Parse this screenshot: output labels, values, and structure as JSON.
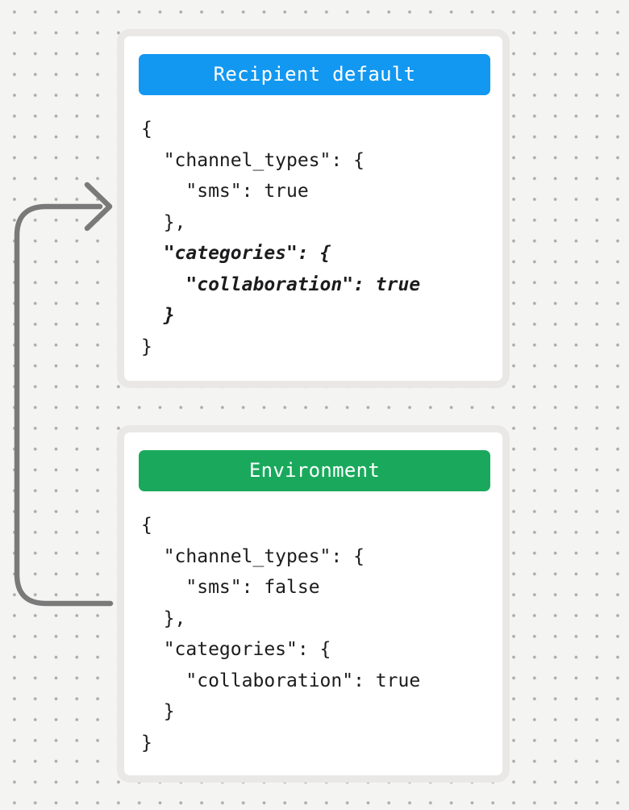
{
  "canvas": {
    "background_color": "#f4f4f3",
    "dot_color": "#aeacaa"
  },
  "arrow": {
    "description": "curved connector from Environment card side pointing into Recipient default card",
    "color": "#7a7a7a"
  },
  "cards": [
    {
      "title": "Recipient default",
      "header_color": "#1298f0",
      "code_lines": [
        {
          "text": "{",
          "italic": false
        },
        {
          "text": "  \"channel_types\": {",
          "italic": false
        },
        {
          "text": "    \"sms\": true",
          "italic": false
        },
        {
          "text": "  },",
          "italic": false
        },
        {
          "text": "  \"categories\": {",
          "italic": true
        },
        {
          "text": "    \"collaboration\": true",
          "italic": true
        },
        {
          "text": "  }",
          "italic": true
        },
        {
          "text": "}",
          "italic": false
        }
      ]
    },
    {
      "title": "Environment",
      "header_color": "#1aa95c",
      "code_lines": [
        {
          "text": "{",
          "italic": false
        },
        {
          "text": "  \"channel_types\": {",
          "italic": false
        },
        {
          "text": "    \"sms\": false",
          "italic": false
        },
        {
          "text": "  },",
          "italic": false
        },
        {
          "text": "  \"categories\": {",
          "italic": false
        },
        {
          "text": "    \"collaboration\": true",
          "italic": false
        },
        {
          "text": "  }",
          "italic": false
        },
        {
          "text": "}",
          "italic": false
        }
      ]
    }
  ]
}
